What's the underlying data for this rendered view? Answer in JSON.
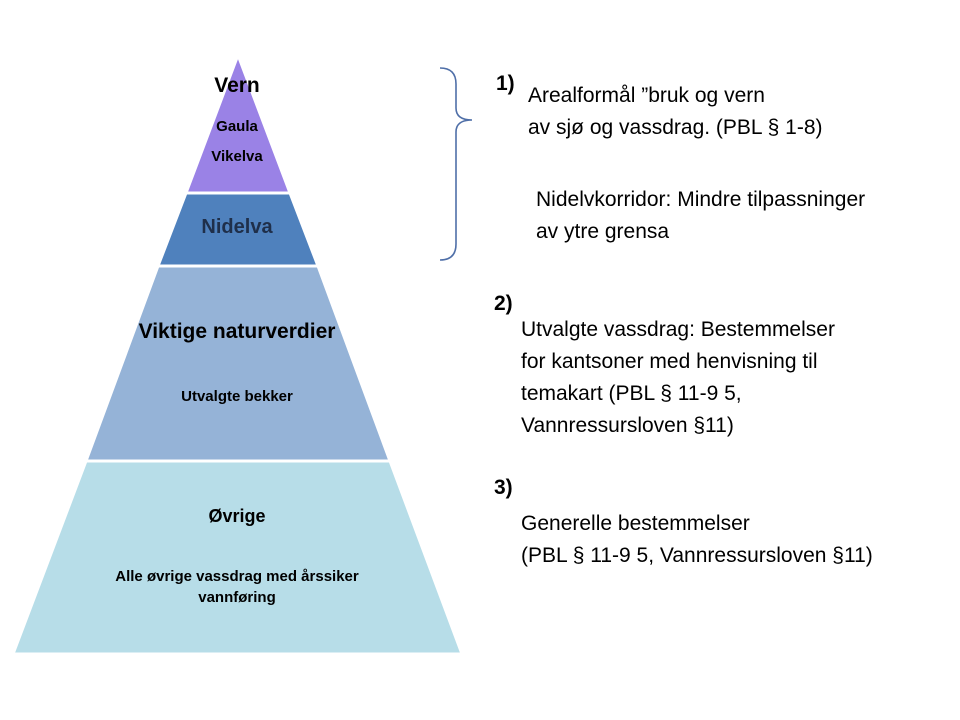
{
  "pyramid": {
    "levels": [
      {
        "title": "Vern",
        "subtitles": [
          "Gaula",
          "Vikelva"
        ],
        "color": "#9a82e6"
      },
      {
        "title": "Nidelva",
        "color": "#4f81bd"
      },
      {
        "title": "Viktige naturverdier",
        "subtitle": "Utvalgte bekker",
        "color": "#95b3d7"
      },
      {
        "title": "Øvrige",
        "subtitle": "Alle øvrige vassdrag med årssiker vannføring",
        "color": "#b7dde8"
      }
    ]
  },
  "notes": [
    {
      "number": "1)",
      "paragraphs": [
        [
          "Arealformål ”bruk og vern",
          "av sjø og vassdrag. (PBL § 1-8)"
        ],
        [
          "Nidelvkorridor: Mindre tilpassninger",
          "av ytre grensa"
        ]
      ]
    },
    {
      "number": "2)",
      "lines": [
        "Utvalgte vassdrag: Bestemmelser",
        "for kantsoner med henvisning til",
        "temakart (PBL § 11-9 5,",
        "Vannressursloven §11)"
      ]
    },
    {
      "number": "3)",
      "lines": [
        "Generelle bestemmelser",
        "(PBL § 11-9 5, Vannressursloven §11)"
      ]
    }
  ],
  "colors": {
    "bracket": "#4f6fa8",
    "separator": "#ffffff"
  }
}
